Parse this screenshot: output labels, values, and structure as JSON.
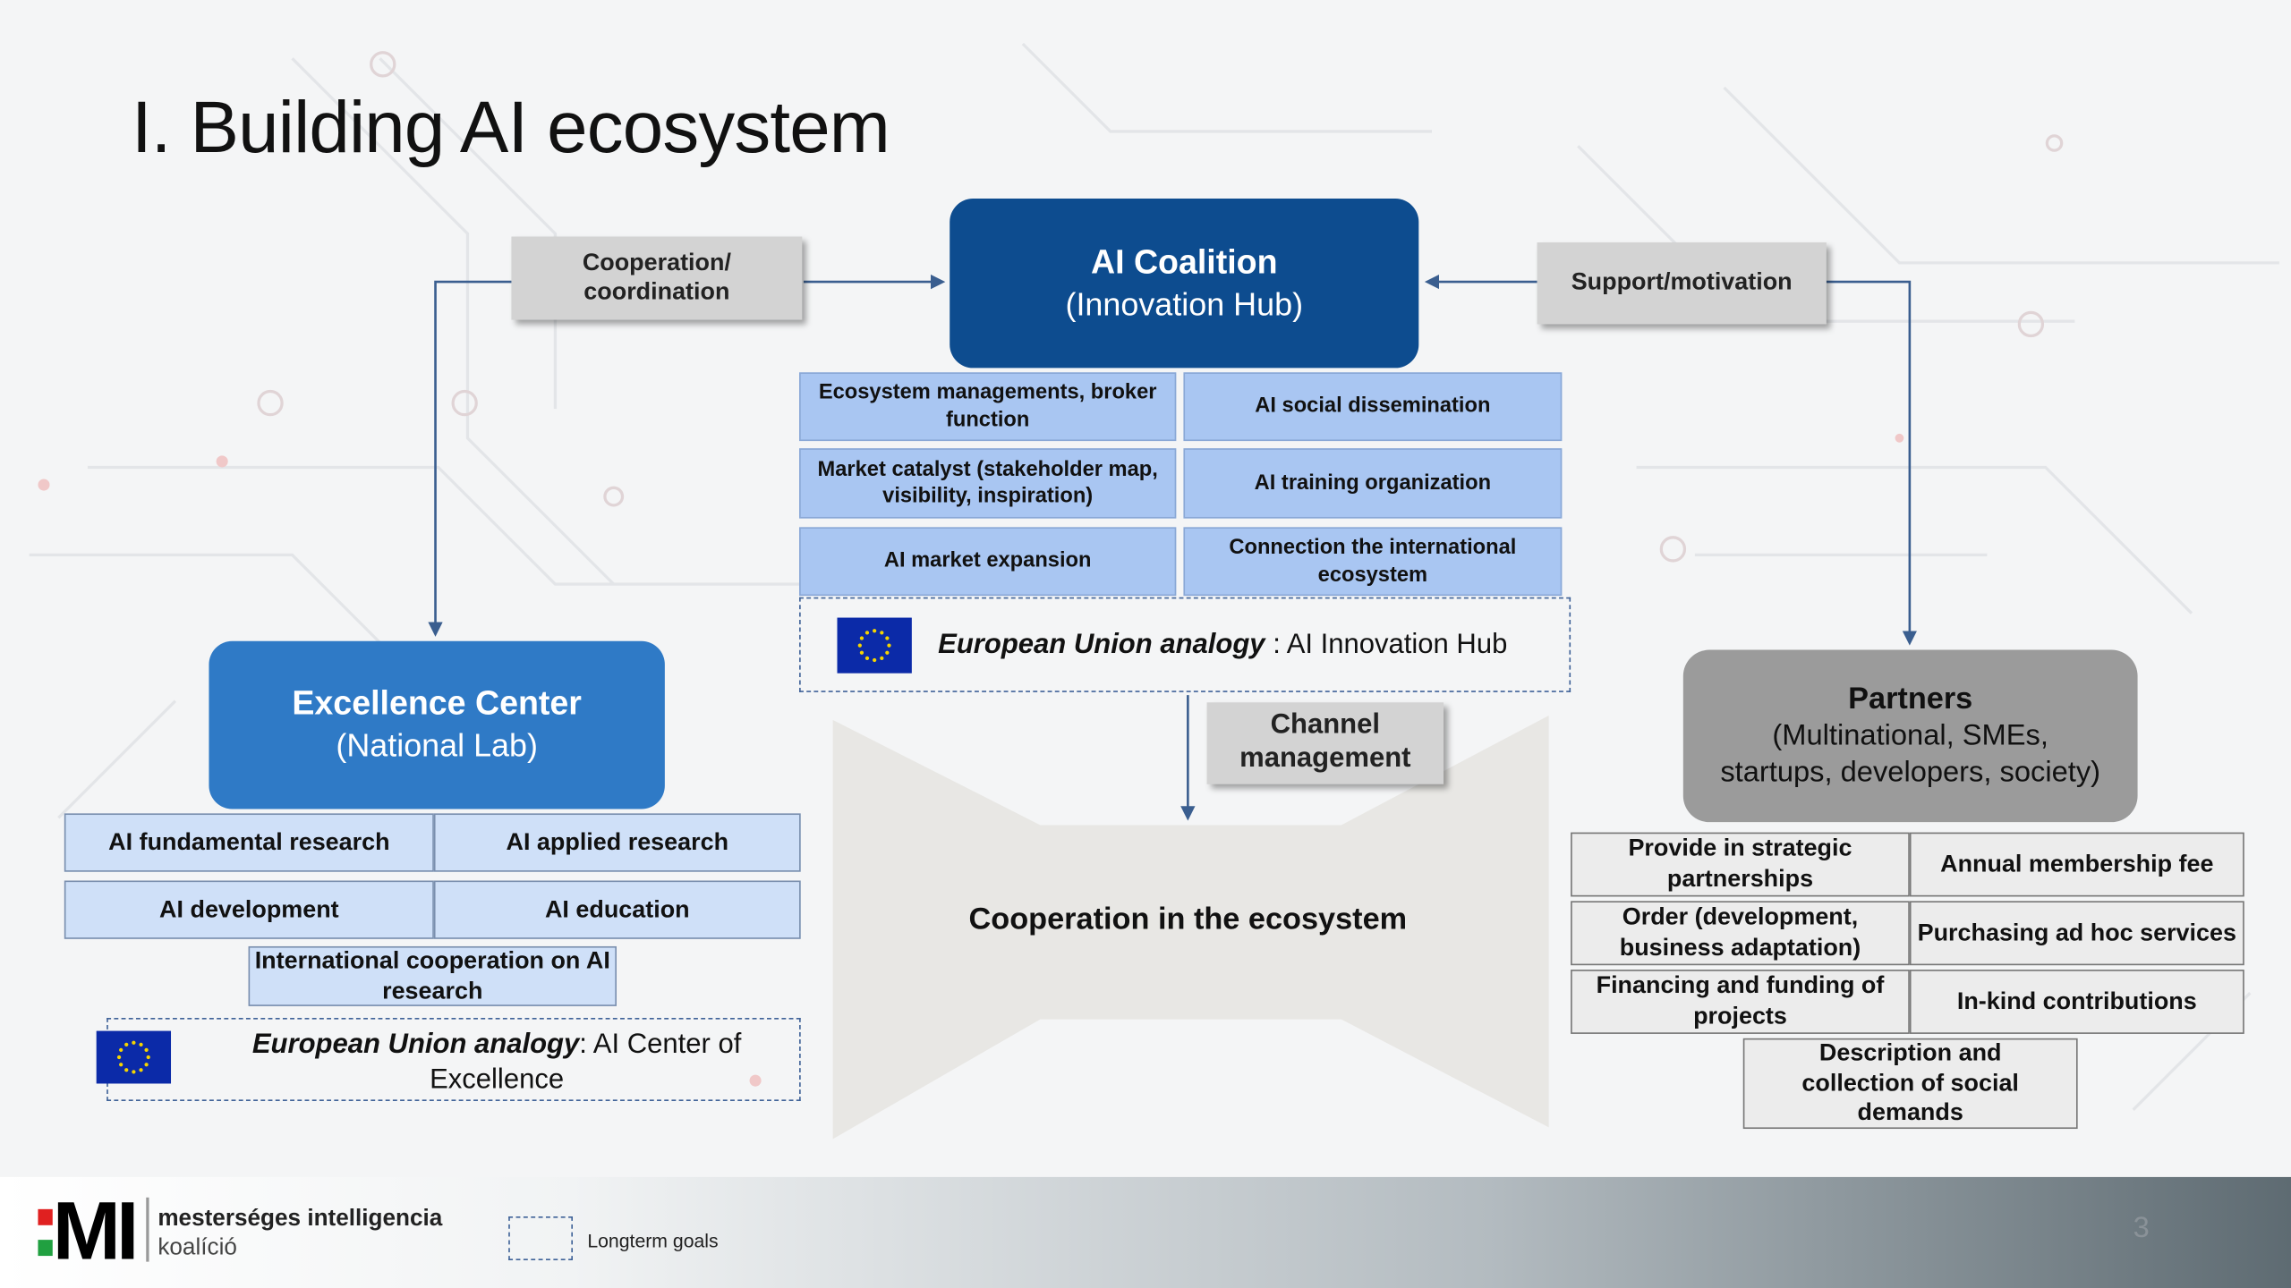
{
  "title": "I. Building AI ecosystem",
  "labels": {
    "cooperation": "Cooperation/ coordination",
    "support": "Support/motivation",
    "channel": "Channel management"
  },
  "coalition": {
    "title": "AI Coalition",
    "subtitle": "(Innovation Hub)",
    "items": [
      "Ecosystem managements, broker function",
      "AI social dissemination",
      "Market catalyst (stakeholder map, visibility, inspiration)",
      "AI training organization",
      "AI market expansion",
      "Connection the international ecosystem"
    ],
    "eu_bold": "European Union analogy",
    "eu_text": " : AI Innovation Hub"
  },
  "excellence": {
    "title": "Excellence Center",
    "subtitle": "(National Lab)",
    "items": [
      "AI fundamental research",
      "AI applied research",
      "AI development",
      "AI education",
      "International cooperation on AI research"
    ],
    "eu_bold": "European Union analogy",
    "eu_text": ": AI Center of Excellence"
  },
  "partners": {
    "title": "Partners",
    "subtitle": "(Multinational, SMEs, startups, developers, society)",
    "items": [
      "Provide in strategic partnerships",
      "Annual membership fee",
      "Order (development, business adaptation)",
      "Purchasing ad hoc services",
      "Financing and funding of projects",
      "In-kind contributions",
      "Description and collection of social demands"
    ]
  },
  "center_label": "Cooperation in the ecosystem",
  "footer": {
    "logo_text_1": "mesterséges intelligencia",
    "logo_text_2": "koalíció",
    "legend": "Longterm goals",
    "page": "3"
  },
  "colors": {
    "coalition": "#0d4c8f",
    "excellence": "#2f7ac6",
    "partners": "#9b9b9b",
    "cell_blue": "#a9c6f2",
    "eu_flag": "#0b2aa8",
    "arrow": "#3a5e8f"
  },
  "icons": [
    "eu-flag-icon",
    "mi-logo-icon"
  ]
}
